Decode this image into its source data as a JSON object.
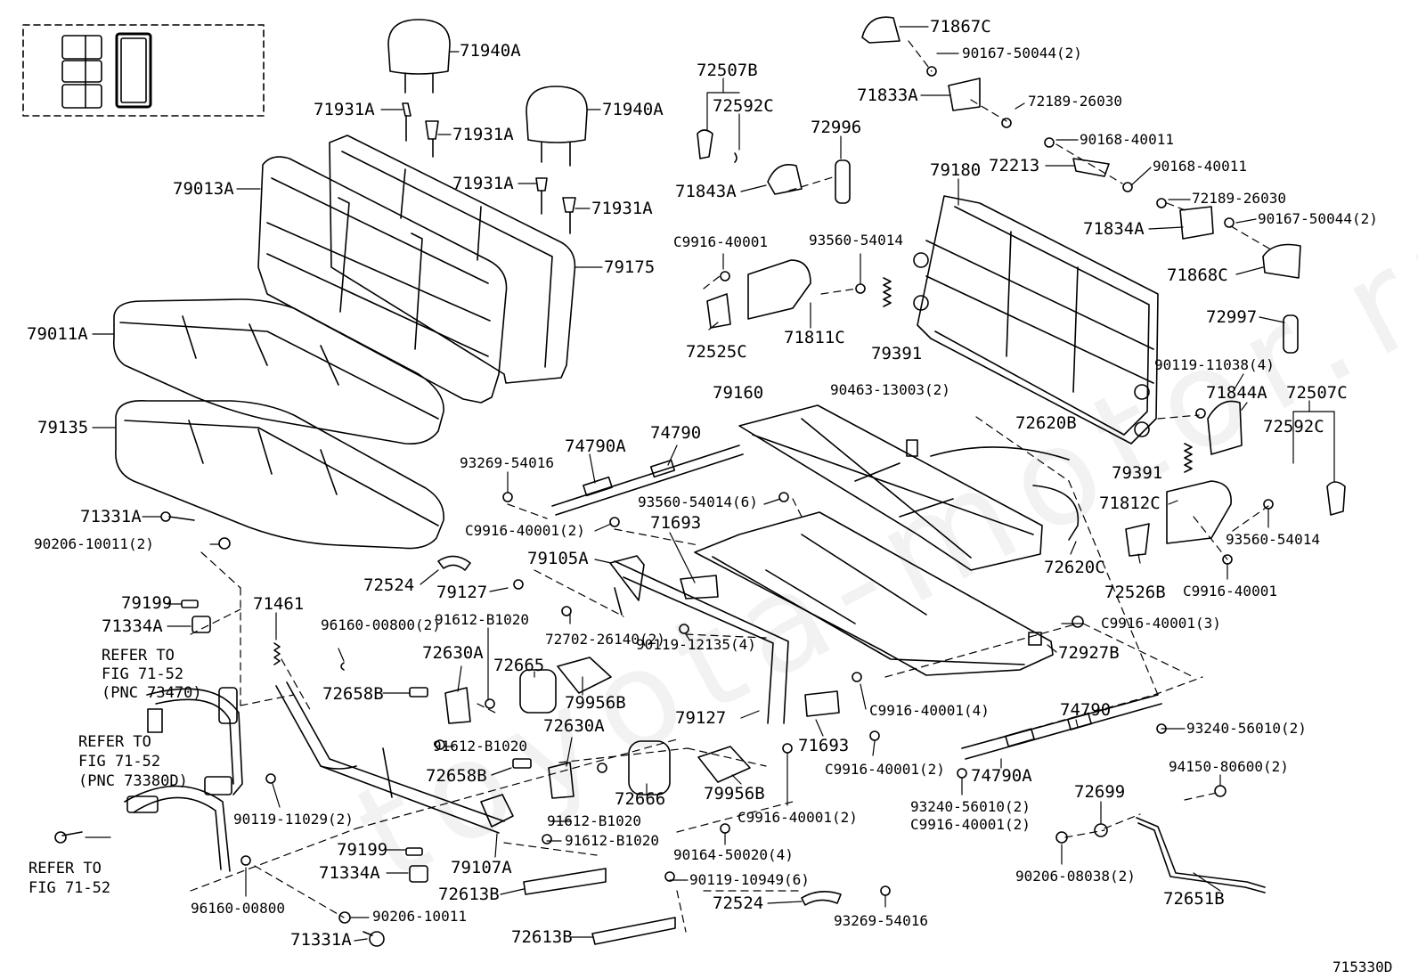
{
  "diagram_id": "715330D",
  "watermark": "toyota-motor.ru",
  "colors": {
    "line": "#000000",
    "background": "#ffffff"
  },
  "labels": {
    "p71940A_1": "71940A",
    "p71940A_2": "71940A",
    "p71931A_1": "71931A",
    "p71931A_2": "71931A",
    "p71931A_3": "71931A",
    "p71931A_4": "71931A",
    "p79013A": "79013A",
    "p79175": "79175",
    "p79011A": "79011A",
    "p79135": "79135",
    "p72507B": "72507B",
    "p72592C_1": "72592C",
    "p72996": "72996",
    "p71843A": "71843A",
    "p71867C": "71867C",
    "p90167_50044_2a": "90167-50044(2)",
    "p71833A": "71833A",
    "p72189_26030_a": "72189-26030",
    "p90168_40011_a": "90168-40011",
    "p72213": "72213",
    "p90168_40011_b": "90168-40011",
    "p79180": "79180",
    "p72189_26030_b": "72189-26030",
    "p71834A": "71834A",
    "p90167_50044_2b": "90167-50044(2)",
    "p71868C": "71868C",
    "pC9916_40001_a": "C9916-40001",
    "p93560_54014_a": "93560-54014",
    "p72525C": "72525C",
    "p71811C": "71811C",
    "p79391_a": "79391",
    "p72997": "72997",
    "p90119_11038_4": "90119-11038(4)",
    "p71844A": "71844A",
    "p72507C": "72507C",
    "p72592C_2": "72592C",
    "p90463_13003_2": "90463-13003(2)",
    "p79160": "79160",
    "p72620B": "72620B",
    "p79391_b": "79391",
    "p71812C": "71812C",
    "p93560_54014_b": "93560-54014",
    "pC9916_40001_b": "C9916-40001",
    "p72526B": "72526B",
    "p72620C": "72620C",
    "p93269_54016_a": "93269-54016",
    "p74790A_a": "74790A",
    "p74790_a": "74790",
    "p93560_54014_6": "93560-54014(6)",
    "p71693_a": "71693",
    "pC9916_40001_2a": "C9916-40001(2)",
    "p79105A": "79105A",
    "p71331A_a": "71331A",
    "p90206_10011_2": "90206-10011(2)",
    "p72524_a": "72524",
    "p79127_a": "79127",
    "p79199_a": "79199",
    "p71334A_a": "71334A",
    "p71461": "71461",
    "p96160_00800_2": "96160-00800(2)",
    "p91612_B1020_a": "91612-B1020",
    "p72702_26140_2": "72702-26140(2)",
    "pC9916_40001_3": "C9916-40001(3)",
    "p72927B": "72927B",
    "prefer1_a": "REFER TO",
    "prefer1_b": "FIG 71-52",
    "prefer1_c": "(PNC 73470)",
    "p72630A_a": "72630A",
    "p72665": "72665",
    "p90119_12135_4": "90119-12135(4)",
    "p72658B_a": "72658B",
    "p79956B_a": "79956B",
    "p79127_b": "79127",
    "pC9916_40001_4": "C9916-40001(4)",
    "p74790_b": "74790",
    "p72630A_b": "72630A",
    "p71693_b": "71693",
    "p93240_56010_2a": "93240-56010(2)",
    "pC9916_40001_2b": "C9916-40001(2)",
    "prefer2_a": "REFER TO",
    "prefer2_b": "FIG 71-52",
    "prefer2_c": "(PNC 73380D)",
    "p91612_B1020_b": "91612-B1020",
    "p72658B_b": "72658B",
    "p72666": "72666",
    "p74790A_b": "74790A",
    "p94150_80600_2": "94150-80600(2)",
    "p90119_11029_2": "90119-11029(2)",
    "p79956B_b": "79956B",
    "p91612_B1020_c": "91612-B1020",
    "pC9916_40001_2c": "C9916-40001(2)",
    "p93240_56010_2b": "93240-56010(2)",
    "pC9916_40001_2d": "C9916-40001(2)",
    "p72699": "72699",
    "p91612_B1020_d": "91612-B1020",
    "p90164_50020_4": "90164-50020(4)",
    "p79199_b": "79199",
    "prefer3_a": "REFER TO",
    "prefer3_b": "FIG 71-52",
    "p71334A_b": "71334A",
    "p79107A": "79107A",
    "p90206_08038_2": "90206-08038(2)",
    "p72613B_a": "72613B",
    "p90119_10949_6": "90119-10949(6)",
    "p96160_00800": "96160-00800",
    "p72651B": "72651B",
    "p72524_b": "72524",
    "p90206_10011": "90206-10011",
    "p93269_54016_b": "93269-54016",
    "p71331A_b": "71331A",
    "p72613B_b": "72613B"
  }
}
